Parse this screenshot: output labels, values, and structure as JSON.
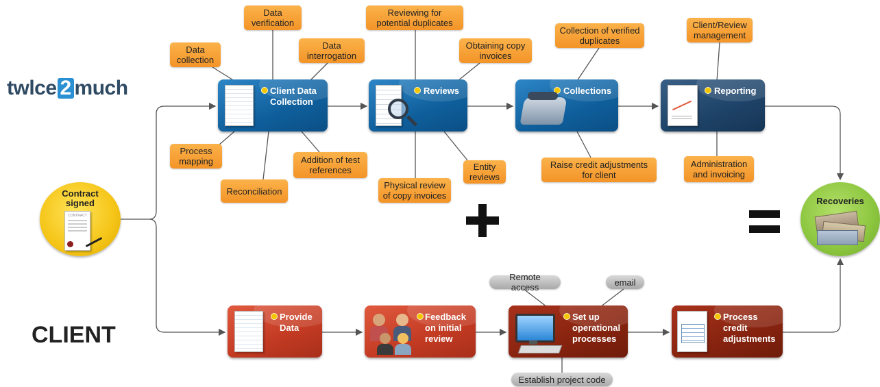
{
  "brand": {
    "part1": "twlce",
    "part2": "2",
    "part3": "much"
  },
  "client_label": "CLIENT",
  "contract": {
    "label": "Contract signed",
    "doc_title": "CONTRACT"
  },
  "recoveries": {
    "label": "Recoveries"
  },
  "stages": {
    "client_data": "Client Data Collection",
    "reviews": "Reviews",
    "collections": "Collections",
    "reporting": "Reporting"
  },
  "client_steps": {
    "provide": "Provide Data",
    "feedback": "Feedback on initial review",
    "setup": "Set up operational processes",
    "process": "Process credit adjustments"
  },
  "tags": {
    "data_verification": "Data verification",
    "data_collection": "Data collection",
    "data_interrogation": "Data interrogation",
    "process_mapping": "Process mapping",
    "reconciliation": "Reconciliation",
    "addition_test_refs": "Addition of test references",
    "reviewing_duplicates": "Reviewing for potential duplicates",
    "obtaining_copy": "Obtaining copy invoices",
    "physical_review": "Physical review of copy invoices",
    "entity_reviews": "Entity reviews",
    "collection_verified": "Collection of verified duplicates",
    "raise_credit": "Raise credit adjustments for client",
    "client_review_mgmt": "Client/Review management",
    "admin_invoicing": "Administration and invoicing"
  },
  "grey_tags": {
    "remote_access": "Remote access",
    "email": "email",
    "project_code": "Establish project code"
  },
  "symbols": {
    "plus": "+",
    "equals": "="
  },
  "colors": {
    "orange": "#f39428",
    "blue": "#0f5f9c",
    "navy": "#1e4368",
    "red": "#c23a22",
    "maroon": "#86230f",
    "contract_yellow": "#f5c518",
    "recoveries_green": "#8cc63f"
  }
}
